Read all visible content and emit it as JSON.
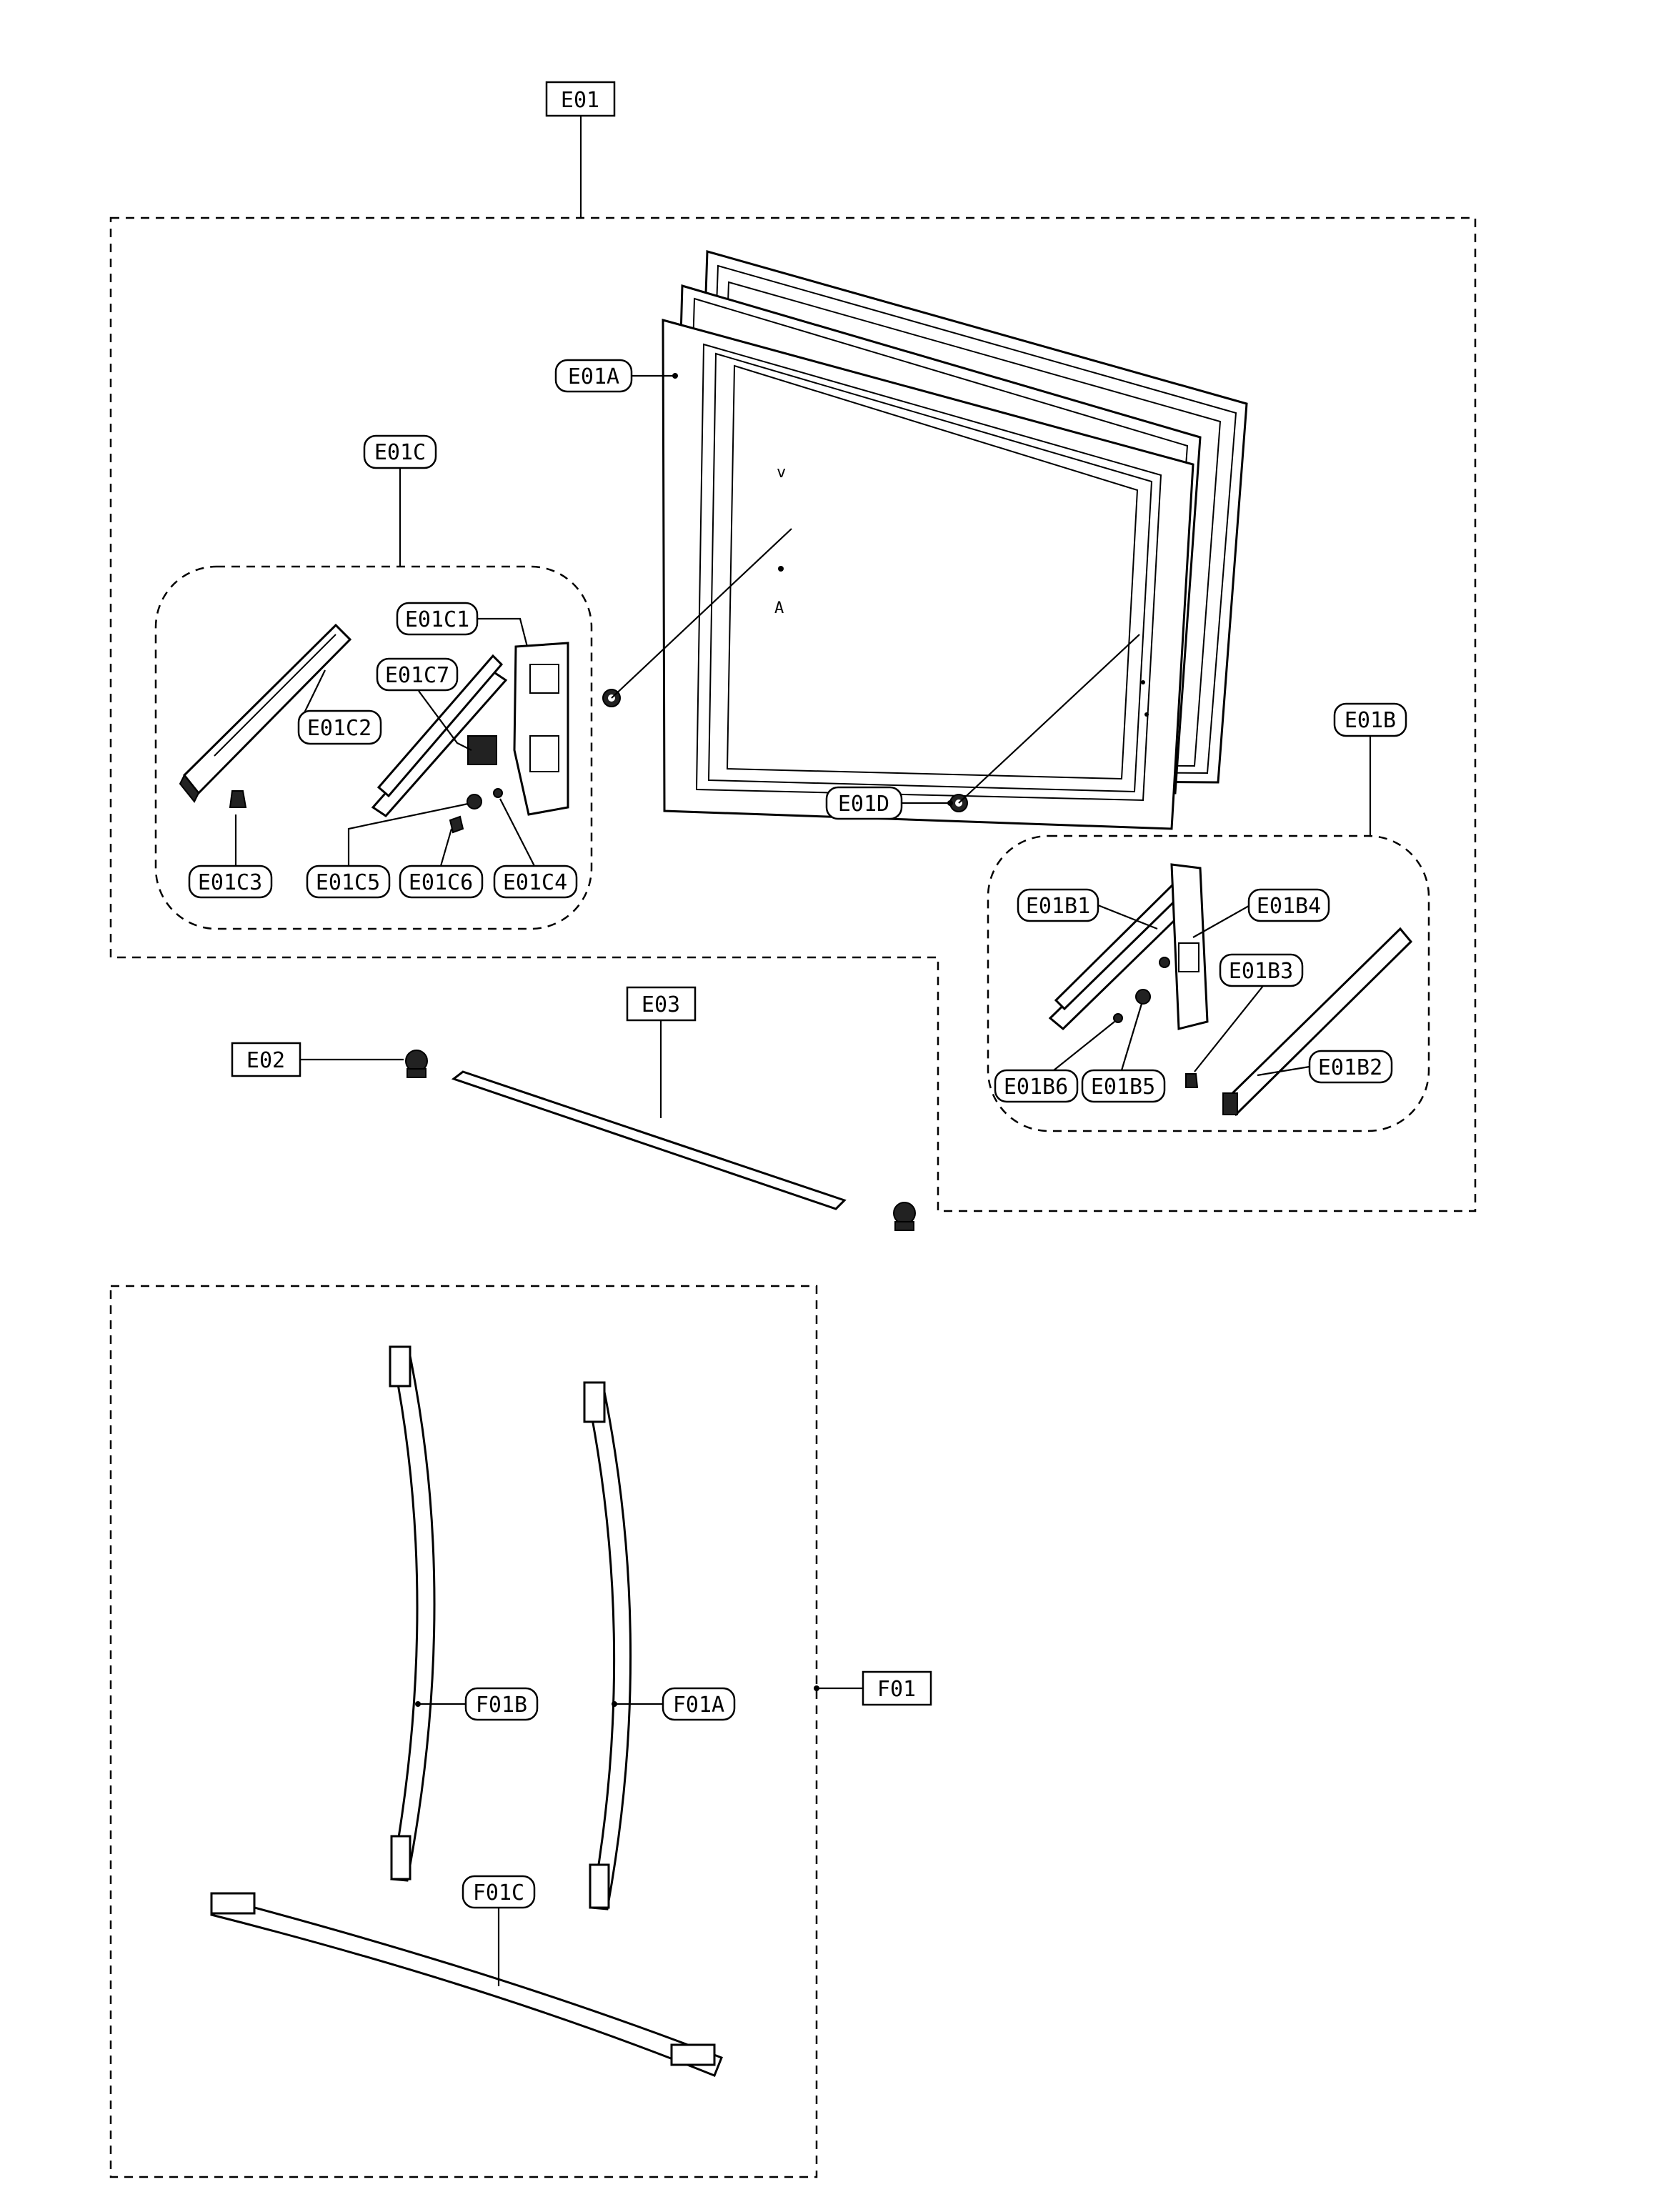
{
  "labels": {
    "E01": "E01",
    "E01A": "E01A",
    "E01B": "E01B",
    "E01B1": "E01B1",
    "E01B2": "E01B2",
    "E01B3": "E01B3",
    "E01B4": "E01B4",
    "E01B5": "E01B5",
    "E01B6": "E01B6",
    "E01C": "E01C",
    "E01C1": "E01C1",
    "E01C2": "E01C2",
    "E01C3": "E01C3",
    "E01C4": "E01C4",
    "E01C5": "E01C5",
    "E01C6": "E01C6",
    "E01C7": "E01C7",
    "E01D": "E01D",
    "E02": "E02",
    "E03": "E03",
    "F01": "F01",
    "F01A": "F01A",
    "F01B": "F01B",
    "F01C": "F01C"
  }
}
